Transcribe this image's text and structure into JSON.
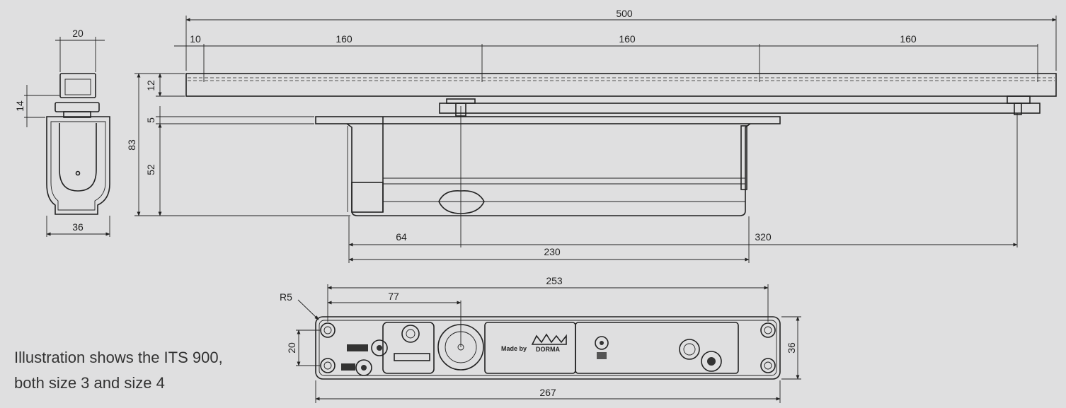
{
  "caption": "Illustration shows the ITS 900, both size 3 and size 4",
  "colors": {
    "background": "#dfdfe0",
    "line": "#222222"
  },
  "dimensions": {
    "d500": "500",
    "d10": "10",
    "d160a": "160",
    "d160b": "160",
    "d160c": "160",
    "d20top": "20",
    "d14": "14",
    "d36side": "36",
    "d12": "12",
    "d5": "5",
    "d83": "83",
    "d52": "52",
    "d64": "64",
    "d230": "230",
    "d320": "320",
    "d253": "253",
    "r5": "R5",
    "d77": "77",
    "d20bot": "20",
    "d36bot": "36",
    "d267": "267"
  },
  "plate_labels": {
    "made_by": "Made by",
    "brand": "DORMA"
  }
}
